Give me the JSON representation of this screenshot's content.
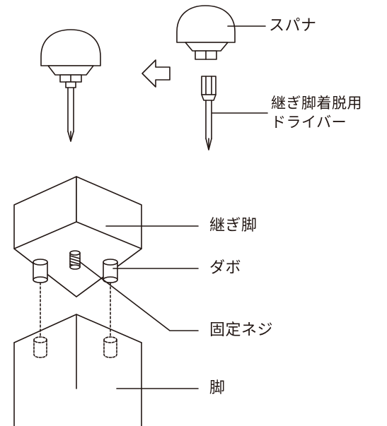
{
  "labels": {
    "spanner": "スパナ",
    "driver_line1": "継ぎ脚着脱用",
    "driver_line2": "ドライバー",
    "tsugi_ashi": "継ぎ脚",
    "dabo": "ダボ",
    "kotei_neji": "固定ネジ",
    "ashi": "脚"
  },
  "colors": {
    "ink": "#231815",
    "background": "#ffffff"
  },
  "icons": {
    "arrow": "left-arrow-icon"
  }
}
